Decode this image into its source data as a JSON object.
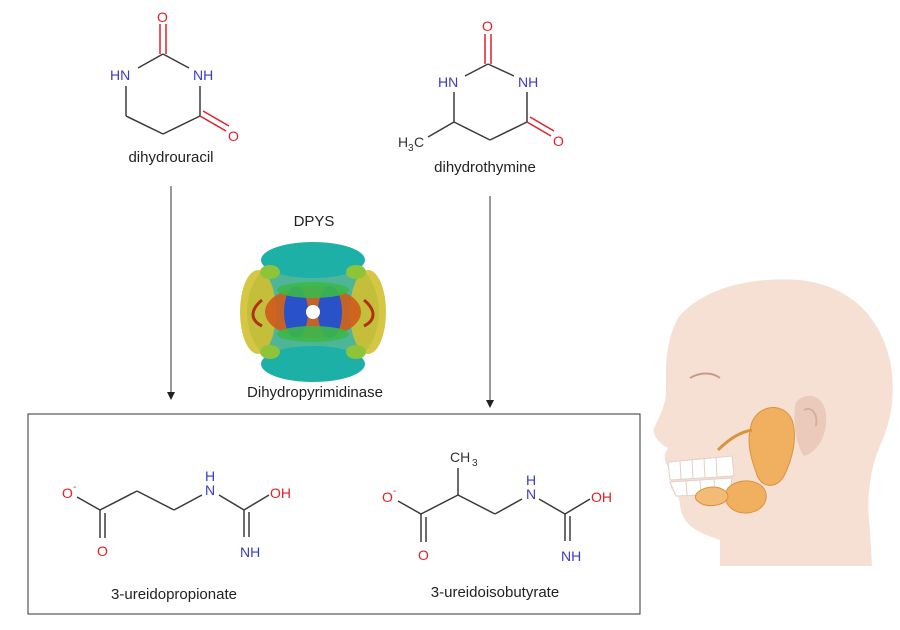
{
  "molecules": {
    "dihydrouracil": {
      "name": "dihydrouracil",
      "atoms": {
        "o_top": "O",
        "nh_left": "HN",
        "nh_right": "NH",
        "o_right": "O"
      }
    },
    "dihydrothymine": {
      "name": "dihydrothymine",
      "atoms": {
        "o_top": "O",
        "nh_left": "HN",
        "nh_right": "NH",
        "o_right": "O",
        "methyl_h": "H",
        "methyl_sub": "3",
        "methyl_c": "C"
      }
    },
    "ureidopropionate": {
      "name": "3-ureidopropionate",
      "atoms": {
        "o_minus": "O",
        "minus": "-",
        "o_bottom": "O",
        "nh": "H",
        "n": "N",
        "oh": "OH",
        "imine": "NH"
      }
    },
    "ureidoisobutyrate": {
      "name": "3-ureidoisobutyrate",
      "atoms": {
        "o_minus": "O",
        "minus": "-",
        "o_bottom": "O",
        "ch3_c": "CH",
        "ch3_sub": "3",
        "nh": "H",
        "n": "N",
        "oh": "OH",
        "imine": "NH"
      }
    }
  },
  "enzyme": {
    "gene": "DPYS",
    "name": "Dihydropyrimidinase"
  },
  "colors": {
    "nitrogen": "#3a3ac8",
    "oxygen": "#e0202a",
    "bond": "#3a3a3a",
    "skin": "#f5dfd3",
    "gland": "#f0b060"
  }
}
